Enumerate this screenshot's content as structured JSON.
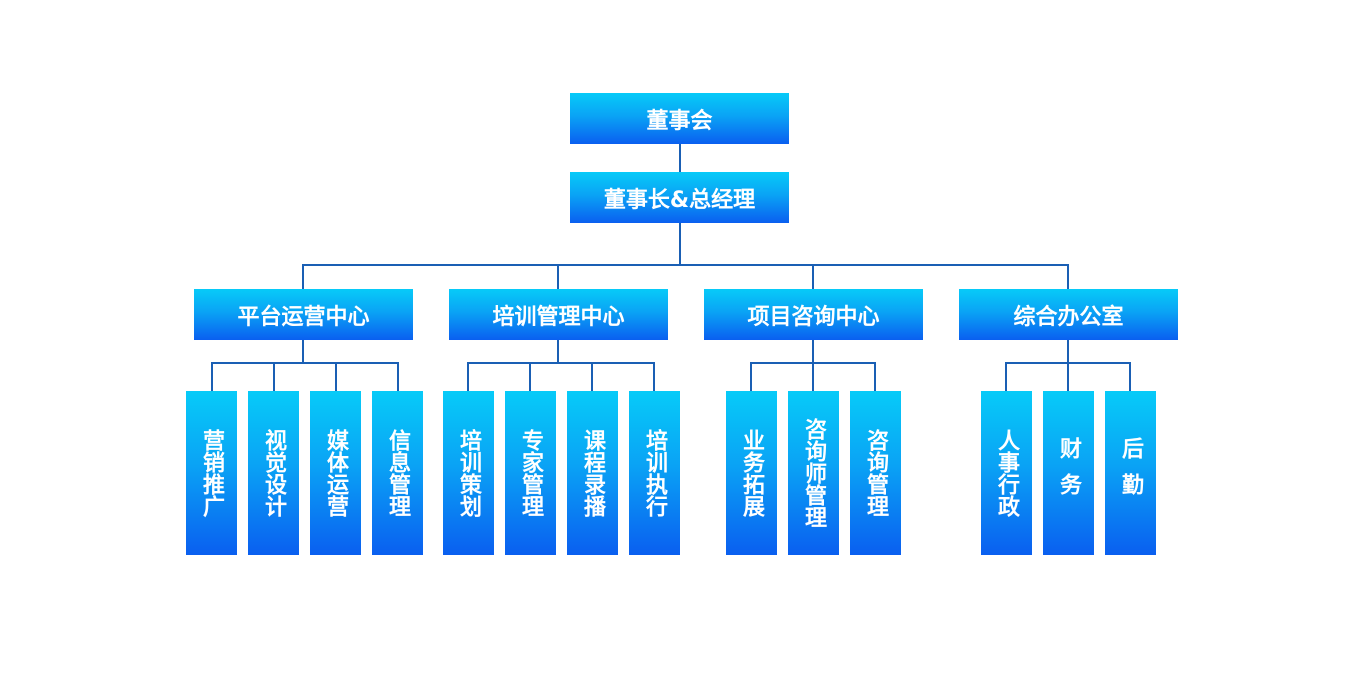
{
  "board": "董事会",
  "ceo": "董事长&总经理",
  "departments": [
    {
      "label": "平台运营中心",
      "units": [
        "营销推广",
        "视觉设计",
        "媒体运营",
        "信息管理"
      ]
    },
    {
      "label": "培训管理中心",
      "units": [
        "培训策划",
        "专家管理",
        "课程录播",
        "培训执行"
      ]
    },
    {
      "label": "项目咨询中心",
      "units": [
        "业务拓展",
        "咨询师管理",
        "咨询管理"
      ]
    },
    {
      "label": "综合办公室",
      "units": [
        "人事行政",
        "财务",
        "后勤"
      ]
    }
  ]
}
